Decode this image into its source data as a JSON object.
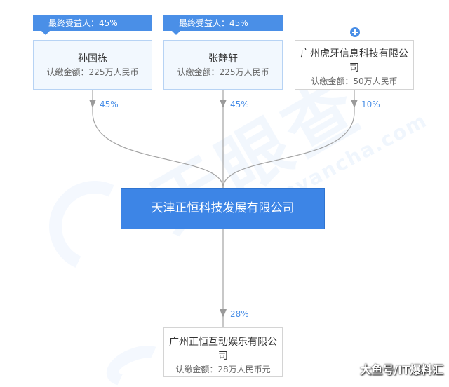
{
  "colors": {
    "accent": "#4a8fe7",
    "company_fill": "#3d85e6",
    "connector": "#a3a3a3",
    "node_fill": "#f2f8fe",
    "node_border": "#b7d3f4"
  },
  "shareholders": [
    {
      "tag": "最终受益人：45%",
      "name": "孙国栋",
      "amount": "认缴金额：225万人民币",
      "percent": "45%"
    },
    {
      "tag": "最终受益人：45%",
      "name": "张静轩",
      "amount": "认缴金额：225万人民币",
      "percent": "45%"
    },
    {
      "name_lines": [
        "广州虎牙信息科技有限公",
        "司"
      ],
      "amount": "认缴金额：50万人民币",
      "percent": "10%",
      "icon": "plus-circle-icon"
    }
  ],
  "company": {
    "name": "天津正恒科技发展有限公司"
  },
  "subsidiary": {
    "name_lines": [
      "广州正恒互动娱乐有限公",
      "司"
    ],
    "amount": "认缴金额：28万人民币元",
    "percent": "28%"
  },
  "watermark": {
    "logo": "天眼查",
    "url": "tianyancha.com"
  },
  "source_mark": "大鱼号/IT爆料汇"
}
